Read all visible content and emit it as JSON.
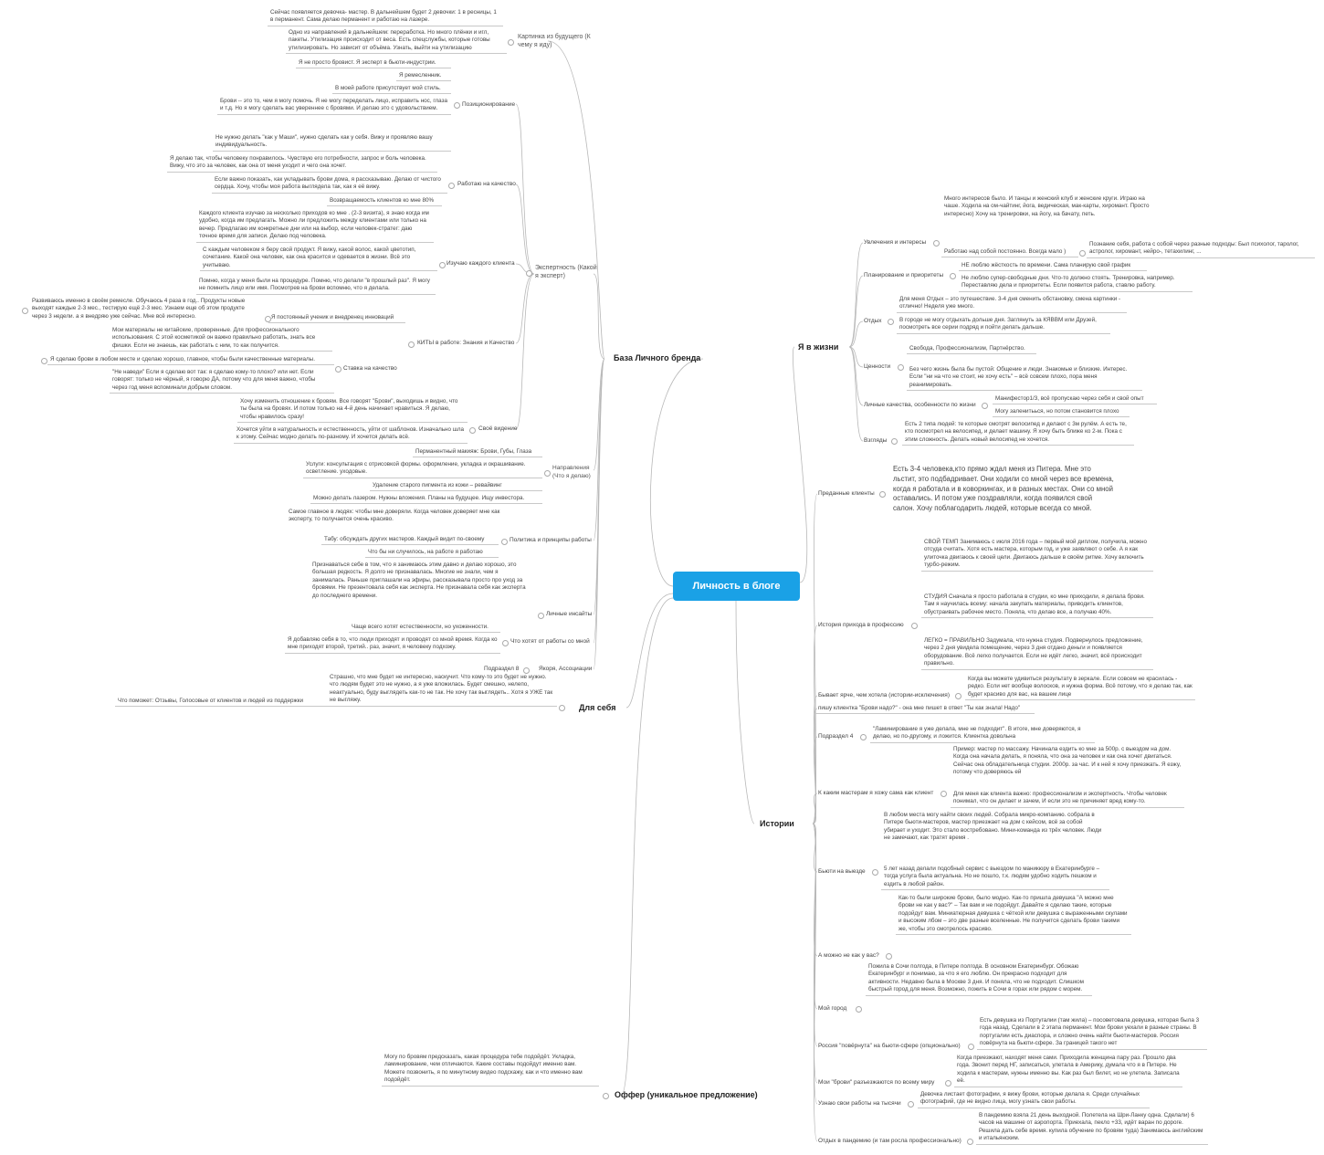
{
  "root": {
    "label": "Личность в блоге"
  },
  "topics": {
    "base": "База Личного бренда",
    "life": "Я в жизни",
    "stories": "Истории",
    "forme": "Для себя",
    "offer": "Оффер (уникальное предложение)"
  },
  "base": {
    "future": {
      "label": "Картинка из будущего (К чему я иду)",
      "items": [
        "Сейчас появляется девочка- мастер. В дальнейшем будет 2 девочки: 1 в ресницы, 1 в перманент. Сама делаю перманент и работаю на лазере.",
        "Одно из направлений в дальнейшем: переработка. Но много плёнки и игл, пакеты. Утилизация происходит от веса. Есть спецслужбы, которые готовы утилизировать. Но зависит от объёма. Узнать, выйти на утилизацию"
      ]
    },
    "expert_line": "Я не просто бровист. Я эксперт в бьюти-индустрии.",
    "positioning": {
      "label": "Позиционирование",
      "items": [
        "Я ремесленник.",
        "В моей работе присутствует мой стиль.",
        "Брови -- это то, чем я могу помочь. Я не могу переделать лицо, исправить нос, глаза и т.д. Но я могу сделать вас увереннее с бровями. И делаю это с удовольствием.",
        "Не нужно делать \"как у Маши\", нужно сделать как у себя. Вижу и проявляю вашу индивидуальность."
      ]
    },
    "quality": {
      "label": "Работаю на качество",
      "items": [
        "Я делаю так, чтобы человеку понравилось. Чувствую его потребности, запрос и боль человека. Вижу, что это за человек, как она от меня уходит и чего она хочет.",
        "Если важно показать, как укладывать брови дома, я рассказываю. Делаю от чистого сердца. Хочу, чтобы моя работа выглядела так, как я её вижу.",
        "Возвращаемость клиентов ко мне 80%"
      ]
    },
    "expertise": {
      "label": "Экспертность (Какой я эксперт)"
    },
    "study": {
      "label": "Изучаю каждого клиента",
      "items": [
        "Каждого клиента изучаю за несколько приходов ко мне . (2-3 визита), я знаю когда им удобно, когда им предлагать. Можно ли предложить между клиентами или только на вечер. Предлагаю им конкретные дни или на выбор, если человек-стратег: даю точное время для записи. Делаю под человека.",
        "С каждым человеком я беру свой продукт. Я вижу, какой волос, какой цветотип, сочетание. Какой она человек, как она красится и одевается в жизни. Всё это учитываю.",
        "Помню, когда у меня были на процедуре. Помню, что делали \"в прошлый раз\". Я могу не помнить лицо или имя. Посмотрев на брови вспомню, что я делала."
      ]
    },
    "kits": {
      "label": "КИТЫ в работе: Знания  и Качество",
      "learner": "Я постоянный ученик и внедренец инноваций",
      "learner_note": "Развиваюсь именно в своём ремесле. Обучаюсь 4 раза в год.. Продукты новые выходят каждые 2-3 мес., тестирую ещё 2-3 мес. Узнаем еще об этом продукте через 3 недели. а я внедряю уже сейчас. Мне всё интересно.",
      "materials": "Мои материалы не китайские, проверенные. Для профессионального использования. С этой косметикой он важно правильно работать, знать все фишки. Если не знаешь, как работать с ним, то как получится.",
      "stake": "Ставка на качество",
      "stake_items": [
        "Я сделаю брови в любом месте и сделаю хорошо, главное, чтобы были качественные материалы.",
        "\"Не наведи\" Если я сделаю вот так: я сделаю кому-то плохо? или нет. Если говорят: только не чёрный, я говорю ДА, потому что для меня важно, чтобы через год меня вспоминали добрым словом."
      ]
    },
    "vision": {
      "label": "Своё видение",
      "items": [
        "Хочу изменить отношение к бровям. Все говорят \"Брови\", выходишь и видно, что ты была на бровях. И потом только на 4-й день начинает нравиться. Я делаю, чтобы нравилось сразу!",
        "Хочется уйти в натуральность и естественность, уйти от шаблонов. Изначально шла к этому. Сейчас модно делать по-разному. И хочется делать всё."
      ]
    },
    "directions": {
      "label": "Направления (Что я делаю)",
      "items": [
        "Перманентный макияж: Брови, Губы, Глаза",
        "Услуги: консультация с отрисовкой формы. оформление, укладка и окрашивание. осветление. уходовые.",
        "Удаление старого пигмента из кожи – ревайвинг",
        "Можно делать лазером. Нужны вложения. Планы на будущее. Ищу инвестора."
      ]
    },
    "policy": {
      "label": "Политика и принципы работы",
      "items": [
        "Самое главное в людях: чтобы мне доверяли. Когда человек доверяет мне как эксперту, то получается очень красиво.",
        "Табу: обсуждать других мастеров. Каждый видит по-своему",
        "Что бы ни случилось, на работе я работаю"
      ]
    },
    "insights": {
      "label": "Личные инсайты",
      "text": "Признаваться себе в том, что я занимаюсь этим давно и делаю хорошо, это большая редкость. Я долго не признавалась. Многие не знали, чем я занималась. Раньше приглашали на эфиры, рассказывала просто про уход за бровями. Не презентовала себя как эксперта. Не признавала себя как эксперта до последнего времени."
    },
    "wants": {
      "label": "Что хотят от работы со мной",
      "items": [
        "Чаще всего хотят естественности, но ухоженности.",
        "Я добавляю себя в то, что люди приходят и проводят со мной время. Когда ко мне приходят второй, третий.. раз, значит, я человеку подхожу."
      ]
    },
    "anchors": {
      "label": "Якоря, Ассоциации",
      "sub": "Подраздел 8"
    }
  },
  "forme": {
    "fear": "Страшно, что мне будет не интересно, наскучит. Что кому-то это будет не нужно. что людям будет это не нужно, а я уже вложилась. Будет смешно, нелепо, неактуально, буду выглядеть как-то не так. Не хочу так выглядеть.. Хотя я УЖЕ так не выгляжу.",
    "help": "Что поможет: Отзывы, Голосовые от клиентов и людей из поддержки"
  },
  "offer": {
    "text": "Могу по бровям предсказать, какая процедура тебе подойдёт. Укладка, ламинирование, чем отличаются. Какие составы подойдут именно вам. Можете позвонить, я по минутному видео подскажу, как и что именно вам подойдёт."
  },
  "life": {
    "hobby": {
      "label": "Увлечения и интересы",
      "items": [
        "Много интересов было. И танцы и женский клуб и женские круги. Играю на чаше. Ходила на ом-чайтинг, йога, ведическая, мак-карты, хиромант. Просто интересно) Хочу на тренировки, на йогу, на бачату, петь.",
        "Работаю над собой постоянно. Всегда мало )",
        "Познание себя, работа с собой через разные подходы: Был психолог, таролог, астролог, хиромант, нейро-, тетахилинг, ..."
      ]
    },
    "planning": {
      "label": "Планирование и приоритеты",
      "items": [
        "НЕ люблю жёсткость по времени. Сама планирую свой график",
        "Не люблю супер-свободные дни. Что-то должно стоять. Тренировка, например. Переставляю дела и приоритеты. Если появится работа, ставлю работу."
      ]
    },
    "rest": {
      "label": "Отдых",
      "items": [
        "Для меня Отдых – это путешествие. 3-4 дня сменить обстановку, смена картинки - отлично! Неделя уже много.",
        "В городе не могу отдыхать дольше дня. Заглянуть за КЯВВМ или Друзей, посмотреть все серии подряд и пойти делать дальше."
      ]
    },
    "values": {
      "label": "Ценности",
      "items": [
        "Свобода, Профессионализм, Партнёрство.",
        "Без чего жизнь была бы пустой: Общение и люди. Знакомые и близкие. Интерес. Если \"ни на что не стоит, не хочу есть\" – всё совсем плохо, пора меня реанимировать."
      ]
    },
    "traits": {
      "label": "Личные качества, особенности по жизни",
      "items": [
        "Манифестор1/3, всё пропускаю через себя и свой опыт",
        "Могу заленитьься, но потом становится плохо"
      ]
    },
    "views": {
      "label": "Взгляды",
      "text": "Есть 2 типа людей: те которые смотрят велосипед и делают с 3м рулём. А есть те, кто посмотрел на велосипед, и делает машину. Я хочу быть ближе ко 2-м. Пока с этим сложность. Делать новый велосипед не хочется."
    }
  },
  "stories": {
    "loyal": {
      "label": "Преданные клиенты",
      "text": "Есть 3-4 человека,кто прямо ждал меня из Питера. Мне это льстит, это подбадривает. Они ходили со мной через все времена, когда я работала и в коворкингах, и в разных местах. Они со мной оставались. И потом уже поздравляли, когда появился свой салон. Хочу поблагодарить людей, которые всегда со мной."
    },
    "history": {
      "label": "История прихода в профессию",
      "items": [
        "СВОЙ ТЕМП Занимаюсь с июля 2016 года – первый мой диплом, получила, можно отсуда считать. Хотя есть мастера, которым год, и уже заявляют о себе. А я как улиточка двигаюсь к своей цели. Двигаюсь дальше в своём ритме. Хочу включить турбо-режим.",
        "СТУДИЯ Сначала я просто работала в студии, ко мне приходили, я делала брови. Там я научилась всему: начала закупать материалы, приводить клиентов, обустраивать рабочее место. Поняла, что делаю все, а получаю 40%.",
        "ЛЕГКО = ПРАВИЛЬНО Задумала, что нужна студия. Подвернулось предложение, через 2 дня увидела помещение, через 3 дня отдано деньги и появляется оборудование. Всё легко получается. Если не идёт легко, значит, всё происходит правильно."
      ]
    },
    "brighter": {
      "label": "Бывает ярче, чем хотела (истории-исключения)",
      "text": "Когда вы можете удивиться результату в зеркале. Если совсем не красилась - редко. Если нет вообще волосков, и нужна форма. Всё потому, что я делаю так, как будет красиво для вас, на вашем лице"
    },
    "letter": "пишу клиентка \"Брови надо?\" - она мне пишет в ответ \"Ты как знала! Надо\"",
    "sub4": {
      "label": "Подраздел 4",
      "text": "\"Ламинирование я уже делала, мне не подходит\". В итоге, мне доверяются, я делаю, но по-другому, и ложится. Клиентка довольна"
    },
    "masters": {
      "label": "К каким мастерам я хожу сама как клиент",
      "items": [
        "Пример: мастер по массажу. Начинала ездить ко мне за 500р. с выездом на дом. Когда она начала делать, я поняла, что она за человек и как она хочет двигаться. Сейчас она обладательница студии. 2000р. за час. И к ней я хочу приезжать. Я езжу, потому что доверяюсь ей",
        "Для меня как клиента важно: профессионализм и экспертность. Чтобы человек понимал, что он делает и зачем, И если это не причиняет вред кому-то."
      ]
    },
    "onsite": {
      "label": "Бьюти на выезде",
      "items": [
        "В любом места могу найти своих людей. Собрала микро-компанию. собрала в Питере бьюти-мастеров, мастер приезжает на дом с кейсом, всё за собой убирает и уходит. Это стало востребовано. Мини-команда из трёх человек. Люди не замечают, как тратят время .",
        "5 лет назад делали подобный сервис с выездом по маникюру в Екатеринбурге – тогда услуга была актуальна. Но не пошло, т.к. людям удобно ходить пешком и ездить в любой район."
      ]
    },
    "maybrows": {
      "label": "А можно не как у вас?",
      "text": "Как-то были широкие брови, было модно. Как-то пришла девушка \"А можно мне брови не как у вас?\" – Так вам и не подойдут. Давайте я сделаю такие, которые подойдут вам. Миниатюрная девушка с чёткой или девушка с выраженными скулами и высоким лбом – это две разные вселенные. Не получится сделать брови такими же, чтобы это смотрелось красиво."
    },
    "city": {
      "label": "Мой город",
      "text": "Пожила в Сочи полгода, в Питере полгода. В основном Екатеринбург. Обожаю Екатеринбург и понимаю, за что я его люблю. Он прекрасно подходит для активности. Недавно была в Москве 3 дня. И поняла, что не подходит. Слишком быстрый город для меня. Возможно, пожить в Сочи в горах или рядом с морем."
    },
    "russia": {
      "label": "Россия \"повёрнута\" на бьюти-сфере (опционально)",
      "text": "Есть девушка из Португалии (там жила) – посоветовала девушка, которая была 3 года назад. Сделали в 2 этапа перманент. Мои брови уехали в разные страны. В португалии есть диаспора, и сложно очень найти бьюти-мастеров. Россия повёрнута на бьюти-сфере. За границей такого нет"
    },
    "world": {
      "label": "Мои \"брови\" разъезжаются по всему миру",
      "text": "Когда приезжают, находят меня сами. Приходила женщина пару раз. Прошло два года. Звонит перед НГ, записаться, улетала в Америку, думала что я в Питере. Не ходила к мастерам, нужны именно вы. Как раз был билет, но не улетела. Записала её."
    },
    "recognize": {
      "label": "Узнаю свои работы на тысячи",
      "text": "Девочка листает фотографии, я вижу брови, которые делала я. Среди случайных фотографий, где не видно лица, могу узнать свои работы."
    },
    "pandemic": {
      "label": "Отдых в пандемию (и там росла профессионально)",
      "text": "В пандемию взяла 21 день выходной. Полетела на Шри-Ланку одна. Сделали) 6 часов на машине от аэропорта. Приехала, пекло +33, идёт варан по дороге. Решила дать себе время. купила обучение по бровям туда) Занимаюсь английским и итальянским."
    }
  }
}
